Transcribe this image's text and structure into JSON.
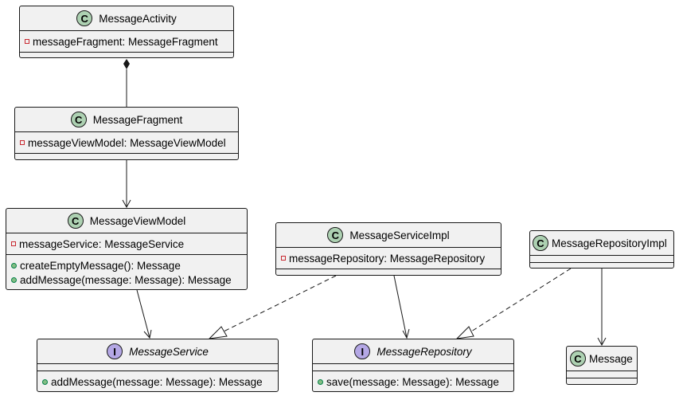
{
  "diagram": {
    "classes": {
      "activity": {
        "kind": "class",
        "name": "MessageActivity",
        "fields": [
          {
            "visibility": "private",
            "text": "messageFragment: MessageFragment"
          }
        ],
        "methods": []
      },
      "fragment": {
        "kind": "class",
        "name": "MessageFragment",
        "fields": [
          {
            "visibility": "private",
            "text": "messageViewModel: MessageViewModel"
          }
        ],
        "methods": []
      },
      "viewmodel": {
        "kind": "class",
        "name": "MessageViewModel",
        "fields": [
          {
            "visibility": "private",
            "text": "messageService: MessageService"
          }
        ],
        "methods": [
          {
            "visibility": "public",
            "text": "createEmptyMessage(): Message"
          },
          {
            "visibility": "public",
            "text": "addMessage(message: Message): Message"
          }
        ]
      },
      "serviceimpl": {
        "kind": "class",
        "name": "MessageServiceImpl",
        "fields": [
          {
            "visibility": "private",
            "text": "messageRepository: MessageRepository"
          }
        ],
        "methods": []
      },
      "repoimpl": {
        "kind": "class",
        "name": "MessageRepositoryImpl",
        "fields": [],
        "methods": []
      },
      "service": {
        "kind": "interface",
        "name": "MessageService",
        "fields": [],
        "methods": [
          {
            "visibility": "public",
            "text": "addMessage(message: Message): Message"
          }
        ]
      },
      "repository": {
        "kind": "interface",
        "name": "MessageRepository",
        "fields": [],
        "methods": [
          {
            "visibility": "public",
            "text": "save(message: Message): Message"
          }
        ]
      },
      "message": {
        "kind": "class",
        "name": "Message",
        "fields": [],
        "methods": []
      }
    },
    "badges": {
      "class": "C",
      "interface": "I"
    },
    "relations": [
      {
        "from": "activity",
        "to": "fragment",
        "type": "composition"
      },
      {
        "from": "fragment",
        "to": "viewmodel",
        "type": "association"
      },
      {
        "from": "viewmodel",
        "to": "service",
        "type": "association"
      },
      {
        "from": "serviceimpl",
        "to": "service",
        "type": "realization"
      },
      {
        "from": "serviceimpl",
        "to": "repository",
        "type": "association"
      },
      {
        "from": "repoimpl",
        "to": "repository",
        "type": "realization"
      },
      {
        "from": "repoimpl",
        "to": "message",
        "type": "association"
      }
    ],
    "colors": {
      "class_badge": "#add1b2",
      "interface_badge": "#b4a7e5",
      "box_fill": "#f1f1f1",
      "line": "#181818"
    }
  }
}
